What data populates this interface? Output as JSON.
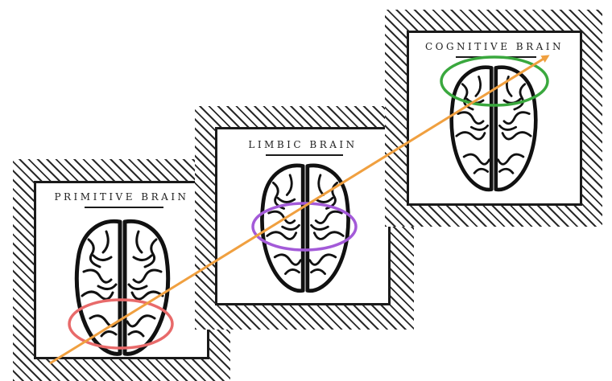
{
  "panels": [
    {
      "title": "PRIMITIVE BRAIN",
      "highlight": "lower region",
      "highlight_color": "#e86a6a"
    },
    {
      "title": "LIMBIC BRAIN",
      "highlight": "middle region",
      "highlight_color": "#a35ad8"
    },
    {
      "title": "COGNITIVE BRAIN",
      "highlight": "upper region",
      "highlight_color": "#3aa83e"
    }
  ],
  "arrow": {
    "color": "#f0a040",
    "direction": "from primitive to cognitive"
  }
}
